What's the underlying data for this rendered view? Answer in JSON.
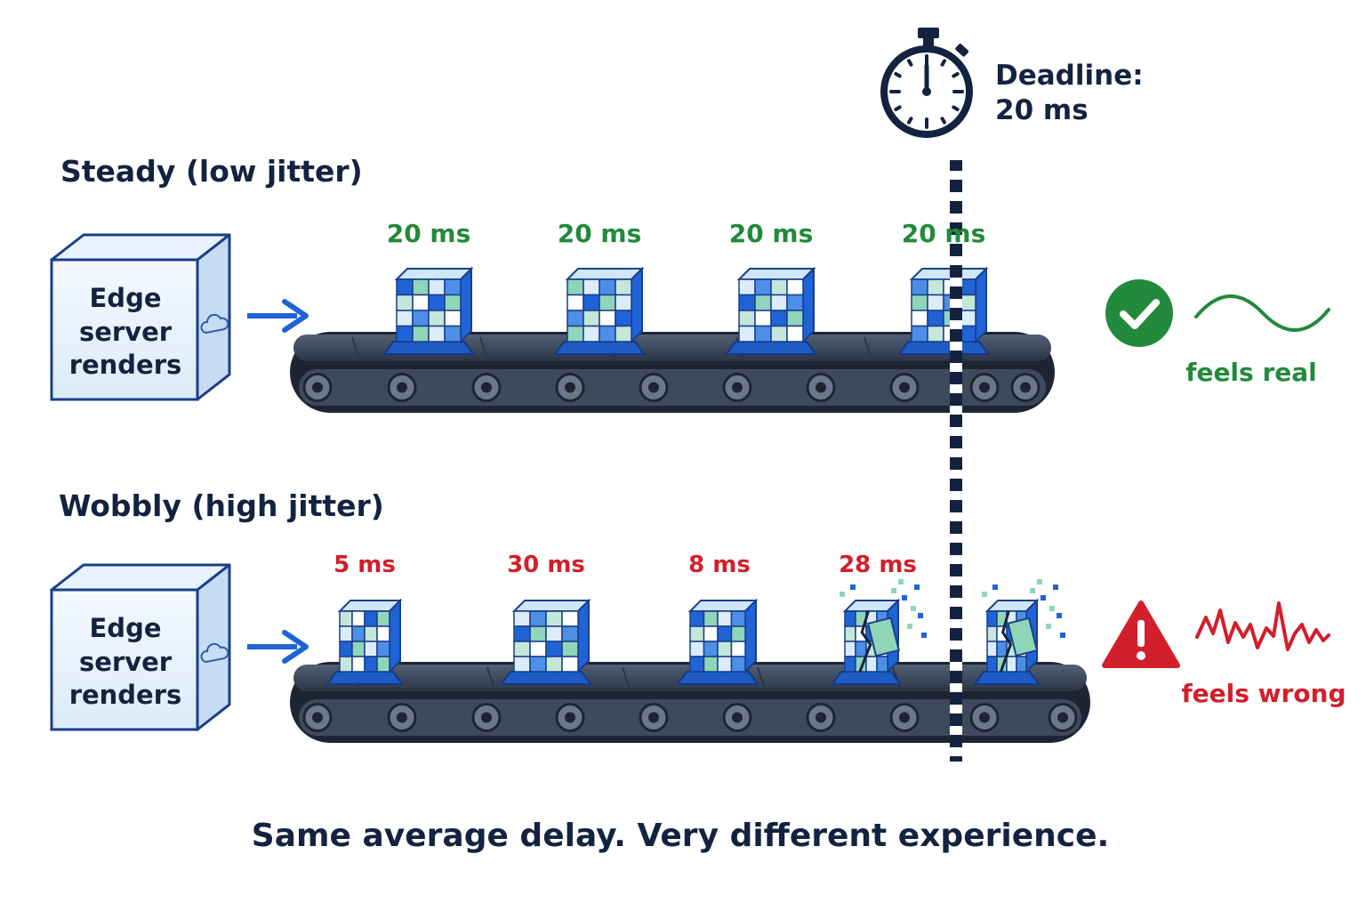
{
  "deadline": {
    "line1": "Deadline:",
    "line2": "20 ms"
  },
  "steady": {
    "title": "Steady (low jitter)",
    "server": [
      "Edge",
      "server",
      "renders"
    ],
    "delays": [
      "20 ms",
      "20 ms",
      "20 ms",
      "20 ms"
    ],
    "result_label": "feels real"
  },
  "wobbly": {
    "title": "Wobbly (high jitter)",
    "server": [
      "Edge",
      "server",
      "renders"
    ],
    "delays": [
      "5 ms",
      "30 ms",
      "8 ms",
      "28 ms"
    ],
    "result_label": "feels wrong"
  },
  "caption": "Same average delay. Very different experience.",
  "colors": {
    "navy": "#13233f",
    "good": "#228a3a",
    "bad": "#d21f2b",
    "belt": "#3e4a5c",
    "tile_blue": "#1f63d6",
    "tile_green": "#8fd5b8",
    "tile_light": "#dcecfb"
  }
}
